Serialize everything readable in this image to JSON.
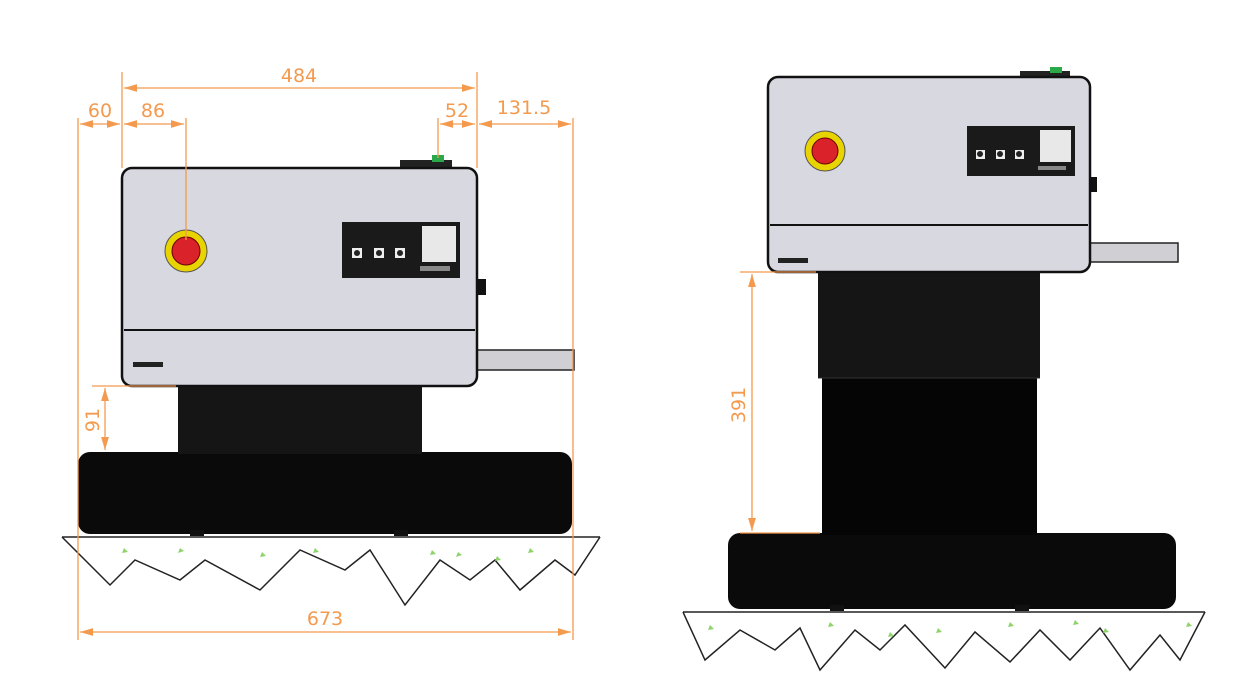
{
  "colors": {
    "dimension": "#f39a4f",
    "housing": "#d8d8e0",
    "body_black": "#0a0a0a",
    "estop_red": "#d9222a",
    "estop_yellow": "#e8d400",
    "ground_mark": "#8fd36b"
  },
  "front_view": {
    "dimensions": {
      "overall_top": "484",
      "left_offset": "60",
      "estop_offset": "86",
      "button_offset": "52",
      "handle_extension": "131.5",
      "column_height": "91",
      "base_width": "673"
    }
  },
  "side_view": {
    "dimensions": {
      "column_height": "391"
    }
  }
}
